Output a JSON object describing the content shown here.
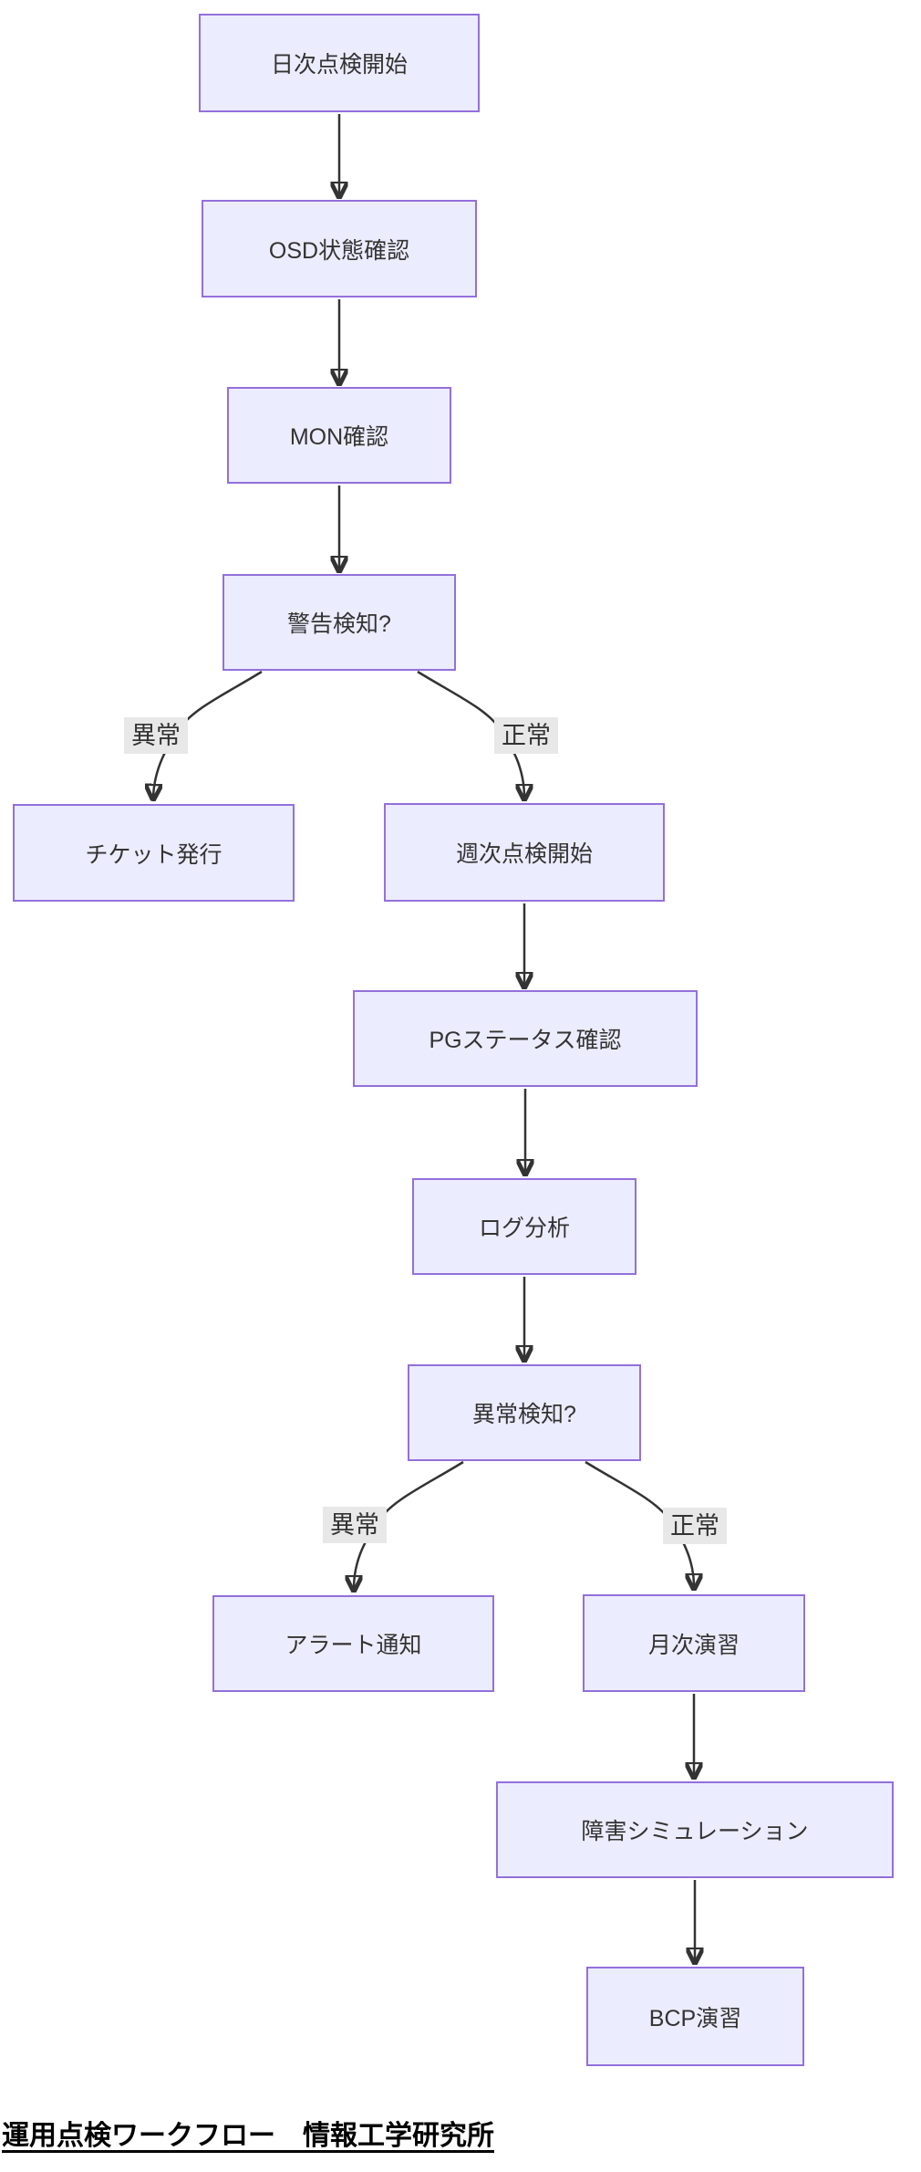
{
  "diagram": {
    "caption": "運用点検ワークフロー　情報工学研究所",
    "nodes": [
      {
        "id": "daily-inspection-start",
        "label": "日次点検開始"
      },
      {
        "id": "osd-status-check",
        "label": "OSD状態確認"
      },
      {
        "id": "mon-check",
        "label": "MON確認"
      },
      {
        "id": "warning-detected",
        "label": "警告検知?"
      },
      {
        "id": "ticket-issue",
        "label": "チケット発行"
      },
      {
        "id": "weekly-inspection-start",
        "label": "週次点検開始"
      },
      {
        "id": "pg-status-check",
        "label": "PGステータス確認"
      },
      {
        "id": "log-analysis",
        "label": "ログ分析"
      },
      {
        "id": "anomaly-detected",
        "label": "異常検知?"
      },
      {
        "id": "alert-notification",
        "label": "アラート通知"
      },
      {
        "id": "monthly-drill",
        "label": "月次演習"
      },
      {
        "id": "failure-simulation",
        "label": "障害シミュレーション"
      },
      {
        "id": "bcp-drill",
        "label": "BCP演習"
      }
    ],
    "edge_labels": [
      {
        "text": "異常"
      },
      {
        "text": "正常"
      },
      {
        "text": "異常"
      },
      {
        "text": "正常"
      }
    ],
    "edges": [
      {
        "from": "日次点検開始",
        "to": "OSD状態確認",
        "label": ""
      },
      {
        "from": "OSD状態確認",
        "to": "MON確認",
        "label": ""
      },
      {
        "from": "MON確認",
        "to": "警告検知?",
        "label": ""
      },
      {
        "from": "警告検知?",
        "to": "チケット発行",
        "label": "異常"
      },
      {
        "from": "警告検知?",
        "to": "週次点検開始",
        "label": "正常"
      },
      {
        "from": "週次点検開始",
        "to": "PGステータス確認",
        "label": ""
      },
      {
        "from": "PGステータス確認",
        "to": "ログ分析",
        "label": ""
      },
      {
        "from": "ログ分析",
        "to": "異常検知?",
        "label": ""
      },
      {
        "from": "異常検知?",
        "to": "アラート通知",
        "label": "異常"
      },
      {
        "from": "異常検知?",
        "to": "月次演習",
        "label": "正常"
      },
      {
        "from": "月次演習",
        "to": "障害シミュレーション",
        "label": ""
      },
      {
        "from": "障害シミュレーション",
        "to": "BCP演習",
        "label": ""
      }
    ],
    "colors": {
      "node_fill": "#ECECFF",
      "node_border": "#9370DB",
      "edge_stroke": "#333333",
      "edge_label_bg": "#e8e8e8",
      "node_text": "#333333",
      "caption_text": "#000000"
    }
  }
}
